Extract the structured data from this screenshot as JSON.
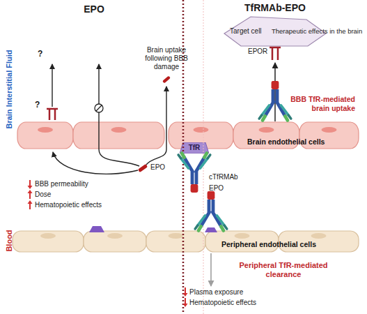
{
  "diagram": {
    "nodes": [
      {
        "text": [
          "Target cell",
          "Therapeutic effects in the brain"
        ]
      },
      {
        "text": [
          "Brain endothelial cells"
        ]
      },
      {
        "text": [
          "TfR"
        ],
        "in": 1
      },
      {
        "text": [
          "Peripheral endothelial cells"
        ]
      }
    ],
    "edges": [
      {
        "from": 1,
        "to": 0,
        "arrow": "to"
      }
    ],
    "labels": [
      "EPO",
      "TfRMAb-EPO",
      "Brain Interstitial Fluid",
      "?",
      "?",
      "Brain uptake following BBB damage",
      "EPOR",
      "BBB TfR-mediated brain uptake",
      "EPO",
      "cTfRMAb",
      "EPO",
      "BBB permeability",
      "Dose",
      "Hematopoietic effects",
      "Blood",
      "Peripheral TfR-mediated clearance",
      "Plasma exposure",
      "Hematopoietic effects"
    ]
  }
}
